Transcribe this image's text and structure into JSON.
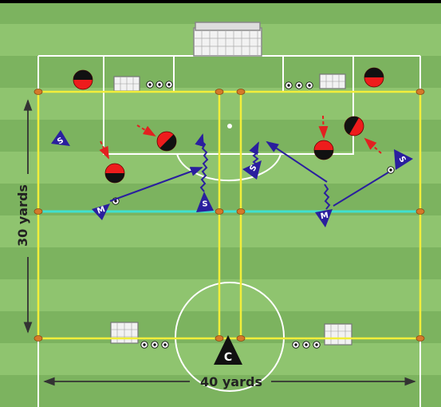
{
  "title": "7v7",
  "labels": {
    "height_label": "30 yards",
    "width_label": "40 yards"
  },
  "players": {
    "striker_letter": "S",
    "midfielder_letter": "M",
    "coach_letter": "C"
  },
  "colors": {
    "grass_light": "#8fc46f",
    "grass_dark": "#7cb35f",
    "zone_line": "#f2ee3a",
    "halfway_line": "#3fe0d0",
    "attacker": "#2a1f9e",
    "defender_red": "#ee1c1c",
    "cone": "#d4792a",
    "run_arrow": "#2a1f9e",
    "defender_arrow": "#e22020"
  }
}
